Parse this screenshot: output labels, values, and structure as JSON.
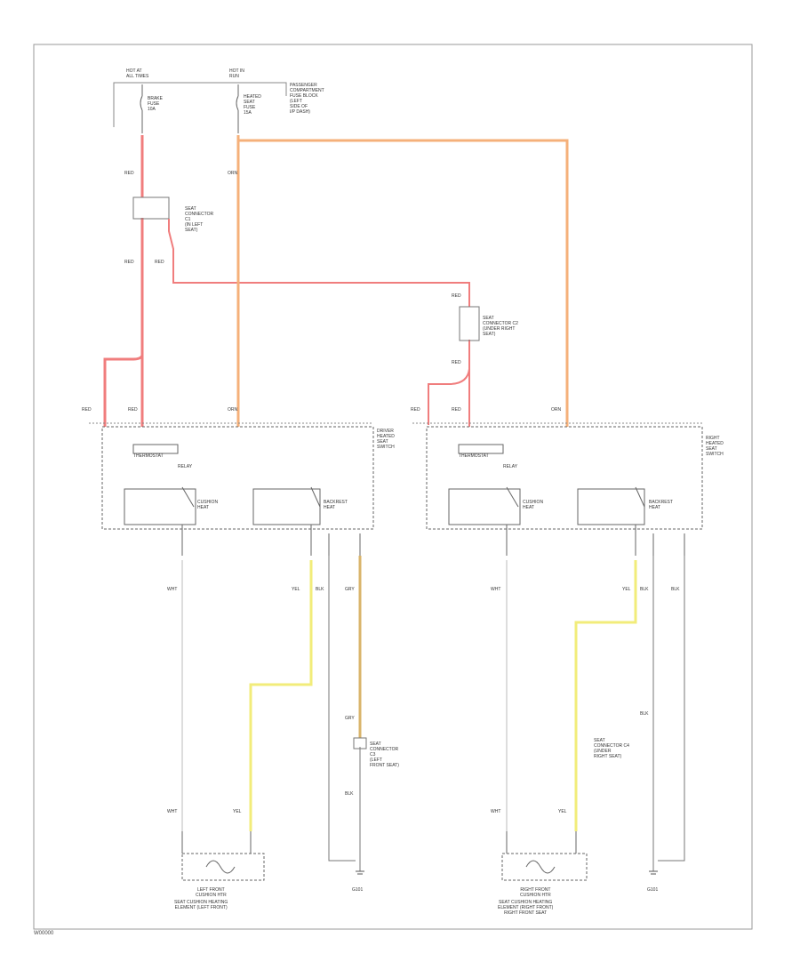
{
  "diagram": {
    "footer_code": "W00000",
    "top": {
      "fuse_left_header": "HOT AT\nALL TIMES",
      "fuse_left": "BRAKE\nFUSE\n10A",
      "fuse_right_header": "HOT IN\nRUN",
      "fuse_right": "HEATED\nSEAT\nFUSE\n15A",
      "fuse_box_label": "PASSENGER\nCOMPARTMENT\nFUSE BLOCK\n(LEFT\nSIDE OF\nI/P DASH)",
      "left_connector": "SEAT\nCONNECTOR\nC1\n(IN LEFT\nSEAT)",
      "right_connector": "SEAT\nCONNECTOR C2\n(UNDER RIGHT\nSEAT)"
    },
    "left_module": {
      "label": "DRIVER\nHEATED\nSEAT\nSWITCH",
      "thermostat": "THERMOSTAT",
      "relay": "RELAY",
      "cushion_heat": "CUSHION\nHEAT",
      "backrest_heat": "BACKREST\nHEAT",
      "mid_connector": "SEAT\nCONNECTOR\nC3\n(LEFT\nFRONT SEAT)",
      "element": "LEFT FRONT\nCUSHION HTR",
      "element_sub": "SEAT CUSHION HEATING\nELEMENT (LEFT FRONT)"
    },
    "right_module": {
      "label": "RIGHT\nHEATED\nSEAT\nSWITCH",
      "thermostat": "THERMOSTAT",
      "relay": "RELAY",
      "cushion_heat": "CUSHION\nHEAT",
      "backrest_heat": "BACKREST\nHEAT",
      "mid_connector": "SEAT\nCONNECTOR C4\n(UNDER\nRIGHT SEAT)",
      "element": "RIGHT FRONT\nCUSHION HTR",
      "element_sub": "SEAT CUSHION HEATING\nELEMENT (RIGHT FRONT)\nRIGHT FRONT SEAT"
    },
    "wire_labels": {
      "red": "RED",
      "orn": "ORN",
      "yel": "YEL",
      "blk": "BLK",
      "gry": "GRY",
      "wht": "WHT",
      "ground": "G101"
    },
    "colors": {
      "red_wire": "#f07d7d",
      "orange_wire": "#f5b07a",
      "yellow_wire": "#f2ec7a",
      "tan_wire": "#d9b46a",
      "line": "#555555",
      "ground_wire": "#888888"
    }
  }
}
